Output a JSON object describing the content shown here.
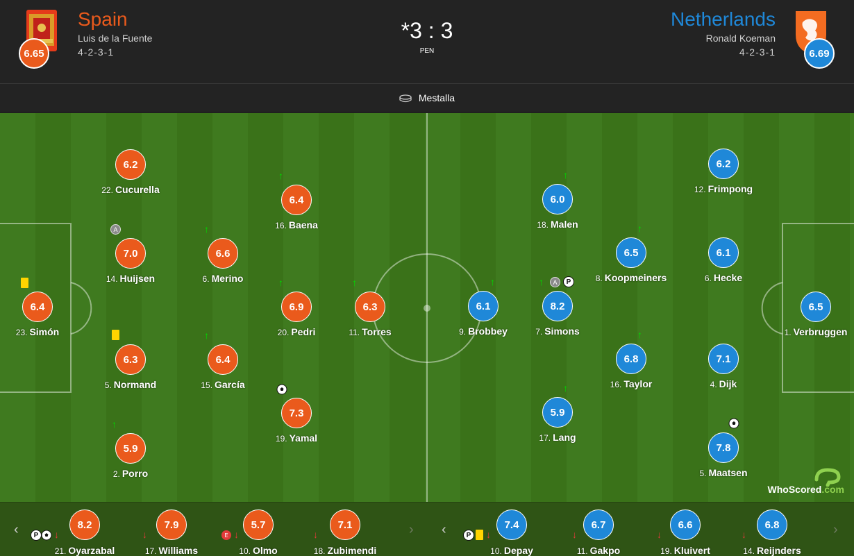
{
  "home": {
    "name": "Spain",
    "coach": "Luis de la Fuente",
    "formation": "4-2-3-1",
    "rating": "6.65",
    "color": "#ea5a1c"
  },
  "away": {
    "name": "Netherlands",
    "coach": "Ronald Koeman",
    "formation": "4-2-3-1",
    "rating": "6.69",
    "color": "#1f88d8"
  },
  "score": "*3 : 3",
  "score_label": "PEN",
  "venue": "Mestalla",
  "watermark": {
    "main": "WhoScored",
    "suffix": ".com"
  },
  "home_players": [
    {
      "num": "23.",
      "name": "Simón",
      "rating": "6.4"
    },
    {
      "num": "22.",
      "name": "Cucurella",
      "rating": "6.2"
    },
    {
      "num": "14.",
      "name": "Huijsen",
      "rating": "7.0"
    },
    {
      "num": "5.",
      "name": "Normand",
      "rating": "6.3"
    },
    {
      "num": "2.",
      "name": "Porro",
      "rating": "5.9"
    },
    {
      "num": "6.",
      "name": "Merino",
      "rating": "6.6"
    },
    {
      "num": "15.",
      "name": "García",
      "rating": "6.4"
    },
    {
      "num": "16.",
      "name": "Baena",
      "rating": "6.4"
    },
    {
      "num": "20.",
      "name": "Pedri",
      "rating": "6.9"
    },
    {
      "num": "19.",
      "name": "Yamal",
      "rating": "7.3"
    },
    {
      "num": "11.",
      "name": "Torres",
      "rating": "6.3"
    }
  ],
  "away_players": [
    {
      "num": "1.",
      "name": "Verbruggen",
      "rating": "6.5"
    },
    {
      "num": "12.",
      "name": "Frimpong",
      "rating": "6.2"
    },
    {
      "num": "6.",
      "name": "Hecke",
      "rating": "6.1"
    },
    {
      "num": "4.",
      "name": "Dijk",
      "rating": "7.1"
    },
    {
      "num": "5.",
      "name": "Maatsen",
      "rating": "7.8"
    },
    {
      "num": "8.",
      "name": "Koopmeiners",
      "rating": "6.5"
    },
    {
      "num": "16.",
      "name": "Taylor",
      "rating": "6.8"
    },
    {
      "num": "18.",
      "name": "Malen",
      "rating": "6.0"
    },
    {
      "num": "7.",
      "name": "Simons",
      "rating": "8.2"
    },
    {
      "num": "17.",
      "name": "Lang",
      "rating": "5.9"
    },
    {
      "num": "9.",
      "name": "Brobbey",
      "rating": "6.1"
    }
  ],
  "home_subs": [
    {
      "num": "21.",
      "name": "Oyarzabal",
      "rating": "8.2"
    },
    {
      "num": "17.",
      "name": "Williams",
      "rating": "7.9"
    },
    {
      "num": "10.",
      "name": "Olmo",
      "rating": "5.7"
    },
    {
      "num": "18.",
      "name": "Zubimendi",
      "rating": "7.1"
    }
  ],
  "away_subs": [
    {
      "num": "10.",
      "name": "Depay",
      "rating": "7.4"
    },
    {
      "num": "11.",
      "name": "Gakpo",
      "rating": "6.7"
    },
    {
      "num": "19.",
      "name": "Kluivert",
      "rating": "6.6"
    },
    {
      "num": "14.",
      "name": "Reijnders",
      "rating": "6.8"
    }
  ],
  "badges": {
    "captain": "A",
    "penalty": "P",
    "error": "E",
    "arrow_up": "↑",
    "arrow_down": "↓"
  }
}
